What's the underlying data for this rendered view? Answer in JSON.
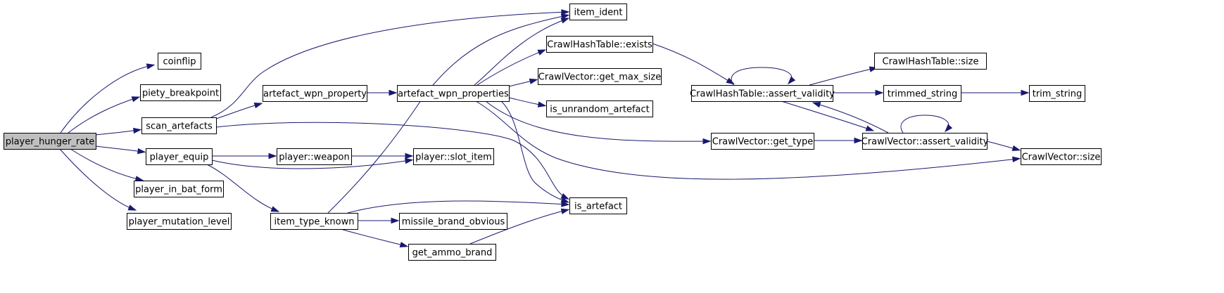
{
  "diagram": {
    "type": "call-graph",
    "edge_color": "#191970",
    "root_fill": "#bfbfbf",
    "nodes": [
      {
        "id": "player_hunger_rate",
        "label": "player_hunger_rate",
        "root": true
      },
      {
        "id": "coinflip",
        "label": "coinflip"
      },
      {
        "id": "piety_breakpoint",
        "label": "piety_breakpoint"
      },
      {
        "id": "scan_artefacts",
        "label": "scan_artefacts"
      },
      {
        "id": "player_equip",
        "label": "player_equip"
      },
      {
        "id": "player_in_bat_form",
        "label": "player_in_bat_form"
      },
      {
        "id": "player_mutation_level",
        "label": "player_mutation_level"
      },
      {
        "id": "artefact_wpn_property",
        "label": "artefact_wpn_property"
      },
      {
        "id": "player_weapon",
        "label": "player::weapon"
      },
      {
        "id": "player_slot_item",
        "label": "player::slot_item"
      },
      {
        "id": "item_type_known",
        "label": "item_type_known"
      },
      {
        "id": "missile_brand_obvious",
        "label": "missile_brand_obvious"
      },
      {
        "id": "get_ammo_brand",
        "label": "get_ammo_brand"
      },
      {
        "id": "artefact_wpn_properties",
        "label": "artefact_wpn_properties"
      },
      {
        "id": "item_ident",
        "label": "item_ident"
      },
      {
        "id": "is_artefact",
        "label": "is_artefact"
      },
      {
        "id": "CrawlHashTable_exists",
        "label": "CrawlHashTable::exists"
      },
      {
        "id": "CrawlVector_get_max_size",
        "label": "CrawlVector::get_max_size"
      },
      {
        "id": "is_unrandom_artefact",
        "label": "is_unrandom_artefact"
      },
      {
        "id": "CrawlHashTable_assert_validity",
        "label": "CrawlHashTable::assert_validity"
      },
      {
        "id": "CrawlVector_get_type",
        "label": "CrawlVector::get_type"
      },
      {
        "id": "CrawlHashTable_size",
        "label": "CrawlHashTable::size"
      },
      {
        "id": "trimmed_string",
        "label": "trimmed_string"
      },
      {
        "id": "trim_string",
        "label": "trim_string"
      },
      {
        "id": "CrawlVector_assert_validity",
        "label": "CrawlVector::assert_validity"
      },
      {
        "id": "CrawlVector_size",
        "label": "CrawlVector::size"
      }
    ],
    "edges": [
      {
        "from": "player_hunger_rate",
        "to": "coinflip"
      },
      {
        "from": "player_hunger_rate",
        "to": "piety_breakpoint"
      },
      {
        "from": "player_hunger_rate",
        "to": "scan_artefacts"
      },
      {
        "from": "player_hunger_rate",
        "to": "player_equip"
      },
      {
        "from": "player_hunger_rate",
        "to": "player_in_bat_form"
      },
      {
        "from": "player_hunger_rate",
        "to": "player_mutation_level"
      },
      {
        "from": "scan_artefacts",
        "to": "item_ident"
      },
      {
        "from": "scan_artefacts",
        "to": "artefact_wpn_property"
      },
      {
        "from": "scan_artefacts",
        "to": "is_artefact"
      },
      {
        "from": "player_equip",
        "to": "player_weapon"
      },
      {
        "from": "player_equip",
        "to": "player_slot_item"
      },
      {
        "from": "player_equip",
        "to": "item_type_known"
      },
      {
        "from": "artefact_wpn_property",
        "to": "artefact_wpn_properties"
      },
      {
        "from": "player_weapon",
        "to": "player_slot_item"
      },
      {
        "from": "item_type_known",
        "to": "item_ident"
      },
      {
        "from": "item_type_known",
        "to": "is_artefact"
      },
      {
        "from": "item_type_known",
        "to": "missile_brand_obvious"
      },
      {
        "from": "item_type_known",
        "to": "get_ammo_brand"
      },
      {
        "from": "get_ammo_brand",
        "to": "is_artefact"
      },
      {
        "from": "artefact_wpn_properties",
        "to": "item_ident"
      },
      {
        "from": "artefact_wpn_properties",
        "to": "CrawlHashTable_exists"
      },
      {
        "from": "artefact_wpn_properties",
        "to": "CrawlVector_get_max_size"
      },
      {
        "from": "artefact_wpn_properties",
        "to": "is_unrandom_artefact"
      },
      {
        "from": "artefact_wpn_properties",
        "to": "is_artefact"
      },
      {
        "from": "artefact_wpn_properties",
        "to": "CrawlVector_get_type"
      },
      {
        "from": "artefact_wpn_properties",
        "to": "CrawlVector_size"
      },
      {
        "from": "CrawlHashTable_exists",
        "to": "CrawlHashTable_assert_validity"
      },
      {
        "from": "CrawlHashTable_assert_validity",
        "to": "CrawlHashTable_assert_validity"
      },
      {
        "from": "CrawlHashTable_assert_validity",
        "to": "CrawlHashTable_size"
      },
      {
        "from": "CrawlHashTable_assert_validity",
        "to": "trimmed_string"
      },
      {
        "from": "CrawlHashTable_assert_validity",
        "to": "CrawlVector_assert_validity"
      },
      {
        "from": "trimmed_string",
        "to": "trim_string"
      },
      {
        "from": "CrawlVector_get_type",
        "to": "CrawlVector_assert_validity"
      },
      {
        "from": "CrawlVector_assert_validity",
        "to": "CrawlVector_assert_validity"
      },
      {
        "from": "CrawlVector_assert_validity",
        "to": "CrawlHashTable_assert_validity"
      },
      {
        "from": "CrawlVector_assert_validity",
        "to": "CrawlVector_size"
      }
    ]
  }
}
